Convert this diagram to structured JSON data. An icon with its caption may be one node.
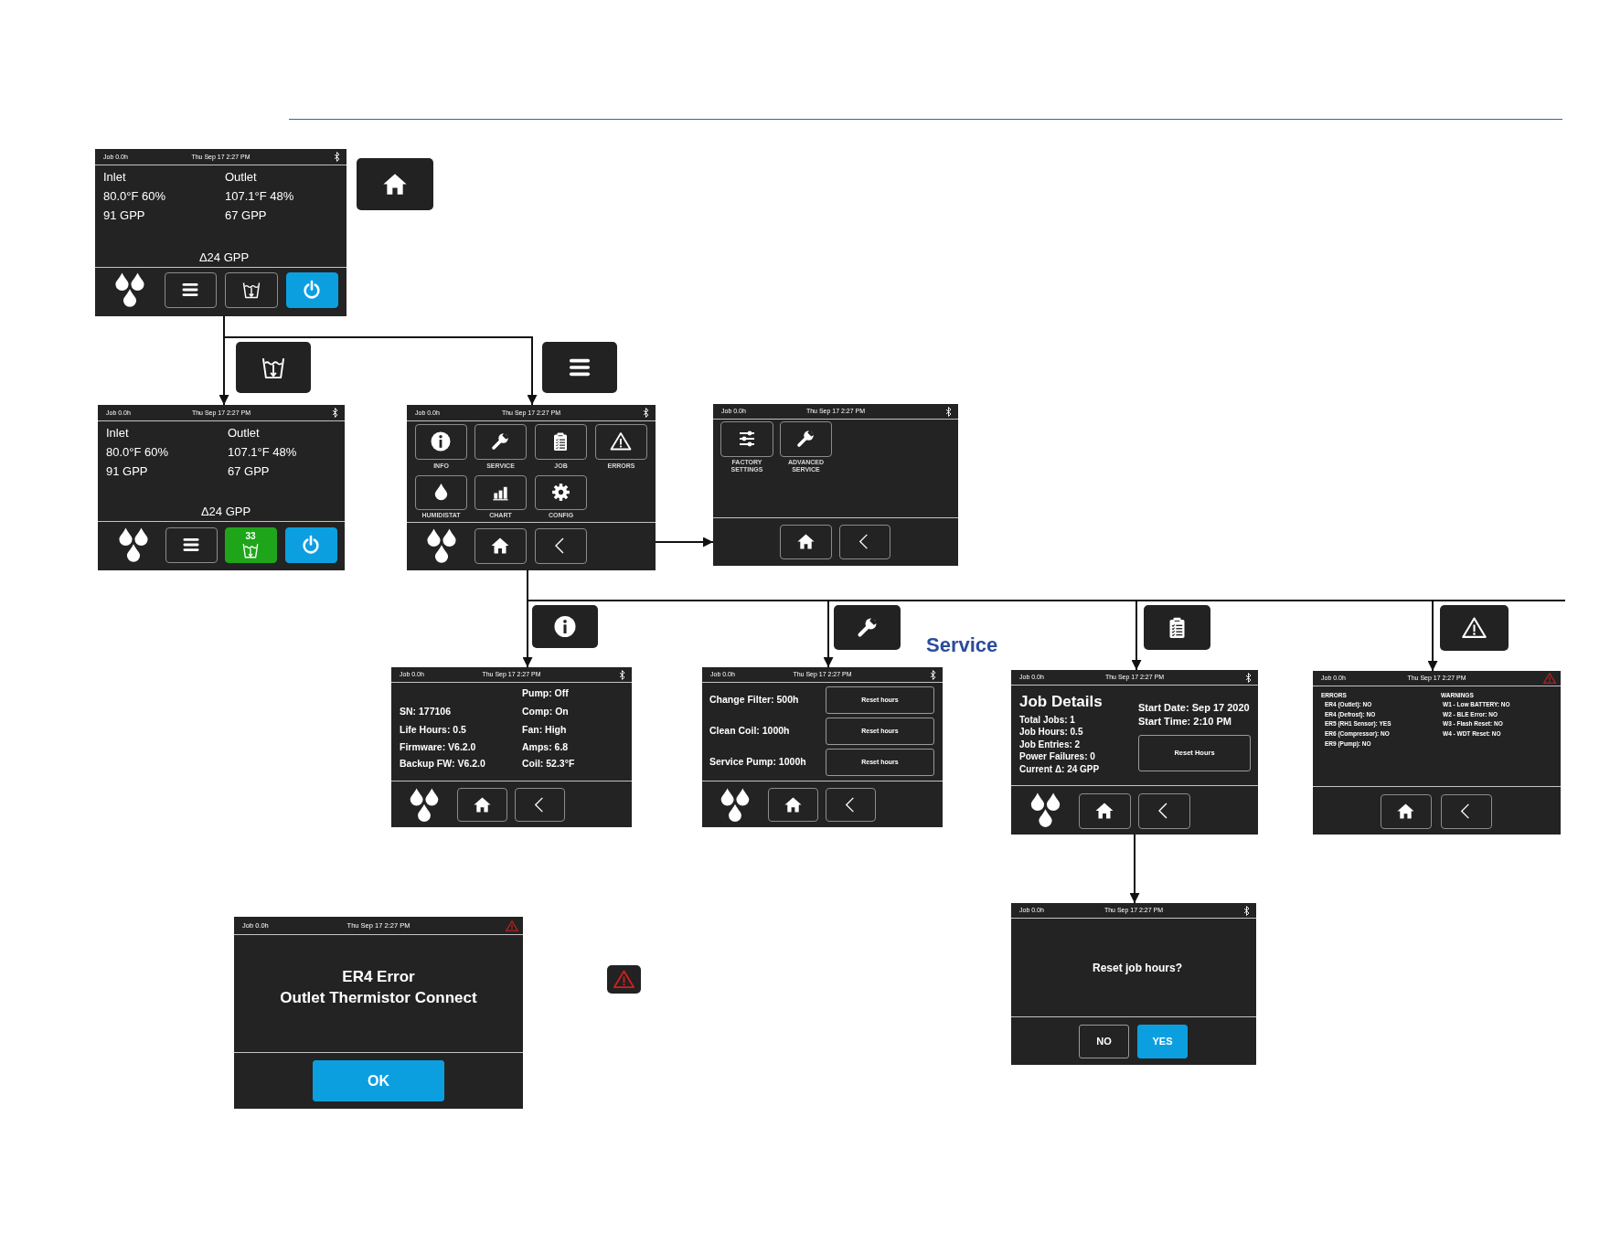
{
  "diagram": {
    "nodes": [
      {
        "text": [
          "Job 0.0h",
          "Thu Sep 17 2:27 PM",
          "Inlet",
          "Outlet",
          "80.0°F 60%",
          "107.1°F 48%",
          "91 GPP",
          "67 GPP",
          "Δ24 GPP"
        ]
      },
      {
        "text": [
          "Job 0.0h",
          "Thu Sep 17 2:27 PM",
          "Inlet",
          "Outlet",
          "80.0°F 60%",
          "107.1°F 48%",
          "91 GPP",
          "67 GPP",
          "Δ24 GPP",
          "33"
        ]
      },
      {
        "text": [
          "Job 0.0h",
          "Thu Sep 17 2:27 PM",
          "INFO",
          "SERVICE",
          "JOB",
          "ERRORS",
          "HUMIDISTAT",
          "CHART",
          "CONFIG"
        ]
      },
      {
        "text": [
          "Job 0.0h",
          "Thu Sep 17 2:27 PM",
          "FACTORY SETTINGS",
          "ADVANCED SERVICE"
        ]
      },
      {
        "text": [
          "Job 0.0h",
          "Thu Sep 17 2:27 PM",
          "Pump: Off",
          "SN: 177106",
          "Comp: On",
          "Life Hours: 0.5",
          "Fan: High",
          "Firmware: V6.2.0",
          "Amps: 6.8",
          "Backup FW: V6.2.0",
          "Coil: 52.3°F"
        ]
      },
      {
        "text": [
          "Job 0.0h",
          "Thu Sep 17 2:27 PM",
          "Change Filter: 500h",
          "Clean Coil: 1000h",
          "Service Pump: 1000h"
        ]
      },
      {
        "text": [
          "Reset hours"
        ],
        "in": 5
      },
      {
        "text": [
          "Reset hours"
        ],
        "in": 5
      },
      {
        "text": [
          "Reset hours"
        ],
        "in": 5
      },
      {
        "text": [
          "Job 0.0h",
          "Thu Sep 17 2:27 PM",
          "Job Details",
          "Total Jobs: 1",
          "Job Hours: 0.5",
          "Job Entries: 2",
          "Power Failures: 0",
          "Current Δ: 24 GPP",
          "Start Date: Sep 17 2020",
          "Start Time: 2:10 PM"
        ]
      },
      {
        "text": [
          "Reset Hours"
        ],
        "in": 9
      },
      {
        "text": [
          "Job 0.0h",
          "Thu Sep 17 2:27 PM",
          "ERRORS",
          "ER4 (Outlet): NO",
          "ER4 (Defrost): NO",
          "ER5 (RH1 Sensor): YES",
          "ER6 (Compressor): NO",
          "ER9 (Pump): NO",
          "WARNINGS",
          "W1 - Low BATTERY: NO",
          "W2 - BLE Error: NO",
          "W3 - Flash Reset: NO",
          "W4 - WDT Reset: NO"
        ]
      },
      {
        "text": [
          "Job 0.0h",
          "Thu Sep 17 2:27 PM",
          "ER4 Error",
          "Outlet Thermistor Connect"
        ]
      },
      {
        "text": [
          "OK"
        ],
        "in": 12
      },
      {
        "text": [
          "Job 0.0h",
          "Thu Sep 17 2:27 PM",
          "Reset job hours?"
        ]
      },
      {
        "text": [
          "NO"
        ],
        "in": 14
      },
      {
        "text": [
          "YES"
        ],
        "in": 14
      }
    ],
    "edges": [
      {
        "from": 0,
        "to": 1,
        "arrow": "to"
      },
      {
        "from": 0,
        "to": 2,
        "arrow": "to"
      },
      {
        "from": 2,
        "to": 3,
        "arrow": "to"
      },
      {
        "from": 2,
        "to": 4,
        "arrow": "to"
      },
      {
        "from": 2,
        "to": 5,
        "arrow": "to"
      },
      {
        "from": 2,
        "to": 9,
        "arrow": "to"
      },
      {
        "from": 2,
        "to": 11,
        "arrow": "to"
      },
      {
        "from": 2,
        "to": null,
        "arrow": "none"
      },
      {
        "from": 9,
        "to": 14,
        "arrow": "to"
      }
    ],
    "labels": [
      "Service"
    ]
  }
}
